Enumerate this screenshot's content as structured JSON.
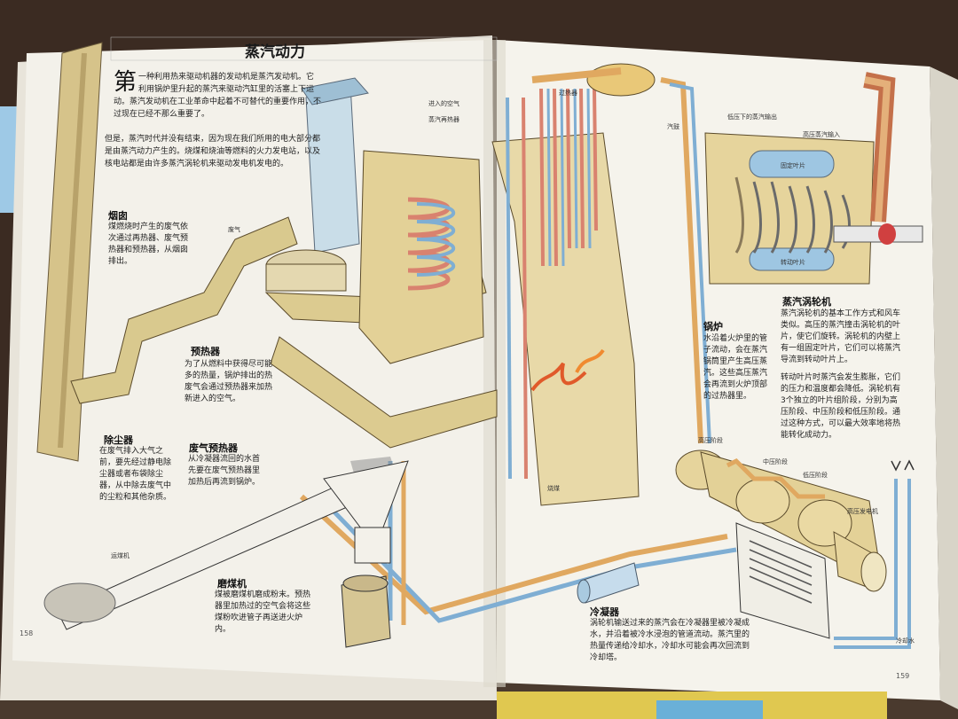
{
  "page_title": "蒸汽动力",
  "intro": {
    "drop_char": "第",
    "p1": "一种利用热来驱动机器的发动机是蒸汽发动机。它利用锅炉里升起的蒸汽来驱动汽缸里的活塞上下运动。蒸汽发动机在工业革命中起着不可替代的重要作用，不过现在已经不那么重要了。",
    "p2": "但是，蒸汽时代并没有结束，因为现在我们所用的电大部分都是由蒸汽动力产生的。烧煤和烧油等燃料的火力发电站，以及核电站都是由许多蒸汽涡轮机来驱动发电机发电的。"
  },
  "sections": {
    "chimney": {
      "title": "烟囱",
      "text": "煤燃烧时产生的废气依次通过再热器、废气预热器和预热器，从烟囱排出。"
    },
    "preheater": {
      "title": "预热器",
      "text": "为了从燃料中获得尽可能多的热量，锅炉排出的热废气会通过预热器来加热新进入的空气。"
    },
    "dust": {
      "title": "除尘器",
      "text": "在废气排入大气之前，要先经过静电除尘器或者布袋除尘器，从中除去废气中的尘粒和其他杂质。"
    },
    "exhaust_preheater": {
      "title": "废气预热器",
      "text": "从冷凝器流回的水首先要在废气预热器里加热后再流到锅炉。"
    },
    "mill": {
      "title": "磨煤机",
      "text": "煤被磨煤机磨成粉末。预热器里加热过的空气会将这些煤粉吹进管子再送进火炉内。"
    },
    "boiler": {
      "title": "锅炉",
      "text": "水沿着火炉里的管子流动，会在蒸汽锅筒里产生高压蒸汽。这些高压蒸汽会再流到火炉顶部的过热器里。"
    },
    "turbine": {
      "title": "蒸汽涡轮机",
      "p1": "蒸汽涡轮机的基本工作方式和风车类似。高压的蒸汽撞击涡轮机的叶片，使它们旋转。涡轮机的内壁上有一组固定叶片，它们可以将蒸汽导流到转动叶片上。",
      "p2": "转动叶片时蒸汽会发生膨胀，它们的压力和温度都会降低。涡轮机有3个独立的叶片组阶段，分别为高压阶段、中压阶段和低压阶段。通过这种方式，可以最大效率地将热能转化成动力。"
    },
    "condenser": {
      "title": "冷凝器",
      "text": "涡轮机输送过来的蒸汽会在冷凝器里被冷凝成水，并沿着被冷水浸泡的管道流动。蒸汽里的热量传递给冷却水，冷却水可能会再次回流到冷却塔。"
    }
  },
  "labels": {
    "air_in": "进入的空气",
    "reheater": "蒸汽再热器",
    "superheater": "过热器",
    "drum": "汽鼓",
    "waste_gas": "废气",
    "burn_coal": "烧煤",
    "conveyor": "运煤机",
    "hp_stage": "高压阶段",
    "mp_stage": "中压阶段",
    "lp_stage": "低压阶段",
    "generator": "高压发电机",
    "cooling_water": "冷却水",
    "low_pressure_out": "低压下的蒸汽输出",
    "hp_in": "高压蒸汽输入",
    "fixed_blades": "固定叶片",
    "moving_blades": "转动叶片"
  },
  "page_numbers": {
    "left": "158",
    "right": "159"
  },
  "colors": {
    "paper": "#f4f1ea",
    "hot_pipe": "#d9826f",
    "cold_pipe": "#7faed3",
    "structure": "#e6d49c",
    "orange_pipe": "#d9a055"
  }
}
